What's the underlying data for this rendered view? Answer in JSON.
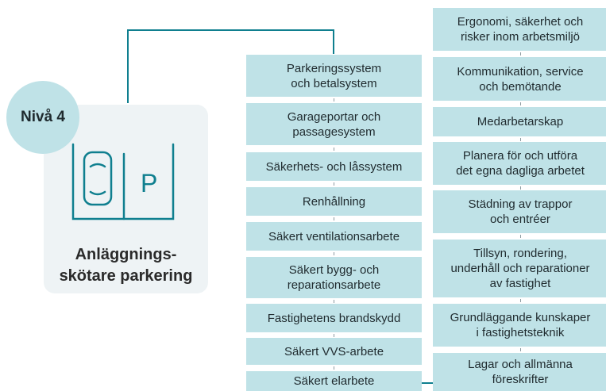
{
  "role": {
    "level": "Nivå 4",
    "title_line1": "Anläggnings-",
    "title_line2": "skötare parkering",
    "sign_letter": "P"
  },
  "colors": {
    "box_fill": "#bfe2e7",
    "card_fill": "#eef3f5",
    "connector": "#0f7f8f",
    "text": "#1f2a2e"
  },
  "column_left": [
    {
      "line1": "Parkeringssystem",
      "line2": "och betalsystem"
    },
    {
      "line1": "Garageportar och",
      "line2": "passagesystem"
    },
    {
      "line1": "Säkerhets- och låssystem"
    },
    {
      "line1": "Renhållning"
    },
    {
      "line1": "Säkert ventilationsarbete"
    },
    {
      "line1": "Säkert bygg- och",
      "line2": "reparationsarbete"
    },
    {
      "line1": "Fastighetens brandskydd"
    },
    {
      "line1": "Säkert VVS-arbete"
    },
    {
      "line1": "Säkert elarbete"
    }
  ],
  "column_right": [
    {
      "line1": "Ergonomi, säkerhet och",
      "line2": "risker inom arbetsmiljö"
    },
    {
      "line1": "Kommunikation, service",
      "line2": "och bemötande"
    },
    {
      "line1": "Medarbetarskap"
    },
    {
      "line1": "Planera för och utföra",
      "line2": "det egna dagliga arbetet"
    },
    {
      "line1": "Städning av trappor",
      "line2": "och entréer"
    },
    {
      "line1": "Tillsyn, rondering,",
      "line2": "underhåll och reparationer",
      "line3": "av fastighet"
    },
    {
      "line1": "Grundläggande kunskaper",
      "line2": "i fastighetsteknik"
    },
    {
      "line1": "Lagar och allmänna",
      "line2": "föreskrifter"
    }
  ]
}
